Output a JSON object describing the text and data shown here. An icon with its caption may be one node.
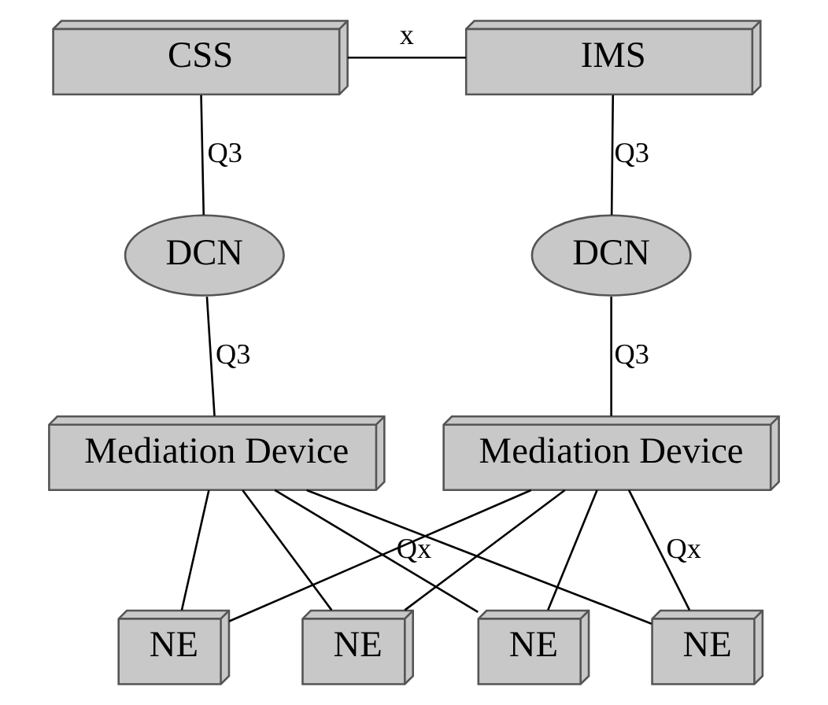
{
  "diagram": {
    "nodes": [
      {
        "text": [
          "CSS"
        ]
      },
      {
        "text": [
          "IMS"
        ]
      },
      {
        "text": [
          "DCN"
        ]
      },
      {
        "text": [
          "DCN"
        ]
      },
      {
        "text": [
          "Mediation Device"
        ]
      },
      {
        "text": [
          "Mediation Device"
        ]
      },
      {
        "text": [
          "NE"
        ]
      },
      {
        "text": [
          "NE"
        ]
      },
      {
        "text": [
          "NE"
        ]
      },
      {
        "text": [
          "NE"
        ]
      }
    ],
    "edges": [
      {
        "from": 0,
        "to": 1,
        "arrow": "none",
        "label": "x"
      },
      {
        "from": 0,
        "to": 2,
        "arrow": "none",
        "label": "Q3"
      },
      {
        "from": 1,
        "to": 3,
        "arrow": "none",
        "label": "Q3"
      },
      {
        "from": 2,
        "to": 4,
        "arrow": "none",
        "label": "Q3"
      },
      {
        "from": 3,
        "to": 5,
        "arrow": "none",
        "label": "Q3"
      },
      {
        "from": 4,
        "to": 6,
        "arrow": "none",
        "label": "Qx"
      },
      {
        "from": 4,
        "to": 7,
        "arrow": "none"
      },
      {
        "from": 4,
        "to": 8,
        "arrow": "none"
      },
      {
        "from": 4,
        "to": 9,
        "arrow": "none"
      },
      {
        "from": 5,
        "to": 6,
        "arrow": "none"
      },
      {
        "from": 5,
        "to": 7,
        "arrow": "none"
      },
      {
        "from": 5,
        "to": 8,
        "arrow": "none"
      },
      {
        "from": 5,
        "to": 9,
        "arrow": "none",
        "label": "Qx"
      }
    ]
  }
}
